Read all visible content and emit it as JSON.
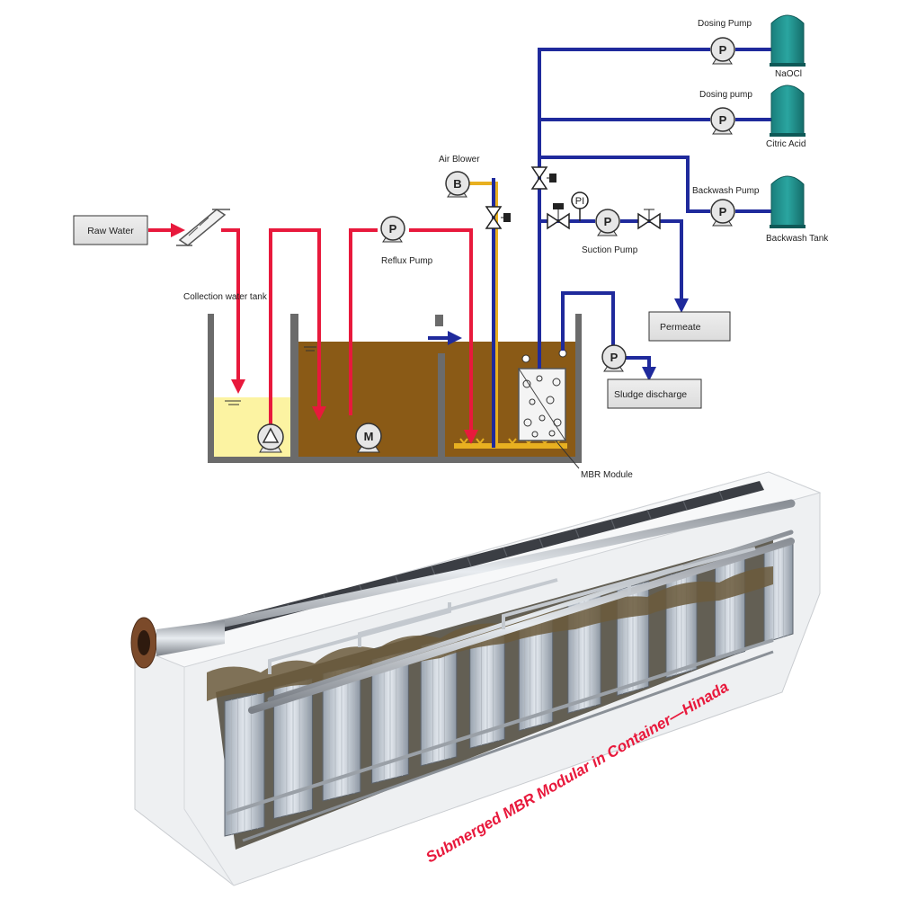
{
  "labels": {
    "raw_water": "Raw Water",
    "collection_tank": "Collection water tank",
    "reflux_pump": "Reflux Pump",
    "air_blower": "Air Blower",
    "suction_pump": "Suction Pump",
    "permeate": "Permeate",
    "sludge_discharge": "Sludge discharge",
    "mbr_module": "MBR Module",
    "dosing_pump_1": "Dosing Pump",
    "dosing_pump_2": "Dosing pump",
    "backwash_pump": "Backwash Pump",
    "naocl": "NaOCl",
    "citric_acid": "Citric Acid",
    "backwash_tank": "Backwash Tank"
  },
  "symbols": {
    "pump": "P",
    "blower": "B",
    "mixer": "M",
    "pressure_indicator": "PI"
  },
  "caption": "Submerged MBR Modular in Container—Hinada",
  "colors": {
    "raw_flow": "#e8193c",
    "treated_flow": "#1f2a9c",
    "air_flow": "#e8b020",
    "collection_water": "#fcf3a2",
    "sludge": "#8a5a16",
    "chemical_tank": "#1f8a86",
    "caption": "#e8193c"
  }
}
